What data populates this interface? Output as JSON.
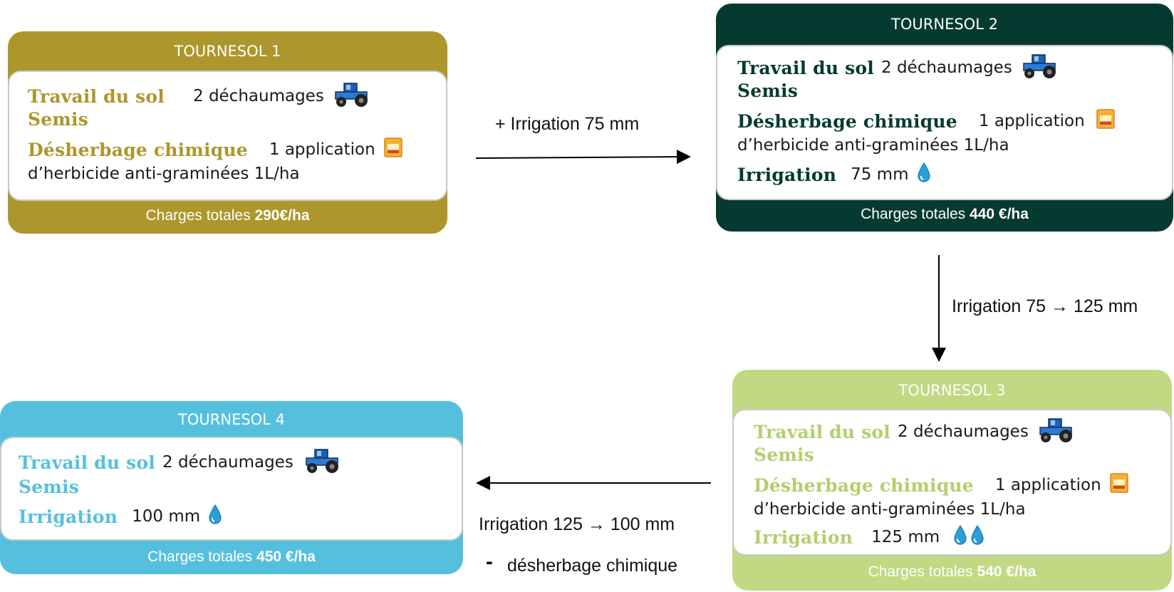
{
  "colors": {
    "t1": "#ad962b",
    "t2": "#043a30",
    "t3": "#c1d982",
    "t4": "#55c0de"
  },
  "cards": {
    "t1": {
      "title": "TOURNESOL 1",
      "travail_label": "Travail du sol",
      "travail_value": "2 déchaumages",
      "semis_label": "Semis",
      "desherbage_label": "Désherbage chimique",
      "desherbage_value": "1 application",
      "desherbage_detail": "d’herbicide anti-graminées 1L/ha",
      "footer_prefix": "Charges totales",
      "footer_value": "290€/ha"
    },
    "t2": {
      "title": "TOURNESOL 2",
      "travail_label": "Travail du sol",
      "travail_value": "2 déchaumages",
      "semis_label": "Semis",
      "desherbage_label": "Désherbage chimique",
      "desherbage_value": "1 application",
      "desherbage_detail": "d’herbicide anti-graminées 1L/ha",
      "irrigation_label": "Irrigation",
      "irrigation_value": "75 mm",
      "footer_prefix": "Charges totales",
      "footer_value": "440 €/ha"
    },
    "t3": {
      "title": "TOURNESOL 3",
      "travail_label": "Travail du sol",
      "travail_value": "2 déchaumages",
      "semis_label": "Semis",
      "desherbage_label": "Désherbage chimique",
      "desherbage_value": "1 application",
      "desherbage_detail": "d’herbicide anti-graminées 1L/ha",
      "irrigation_label": "Irrigation",
      "irrigation_value": "125 mm",
      "footer_prefix": "Charges totales",
      "footer_value": "540 €/ha"
    },
    "t4": {
      "title": "TOURNESOL 4",
      "travail_label": "Travail du sol",
      "travail_value": "2 déchaumages",
      "semis_label": "Semis",
      "irrigation_label": "Irrigation",
      "irrigation_value": "100 mm",
      "footer_prefix": "Charges totales",
      "footer_value": "450 €/ha"
    }
  },
  "edges": {
    "e12": "+ Irrigation 75 mm",
    "e23": "Irrigation 75 → 125 mm",
    "e34_line1": "Irrigation 125 → 100 mm",
    "e34_dash": "-",
    "e34_line2": "désherbage chimique"
  },
  "icons": {
    "tractor": "tractor-icon",
    "herbicide": "herbicide-bag-icon",
    "water": "water-drop-icon"
  }
}
